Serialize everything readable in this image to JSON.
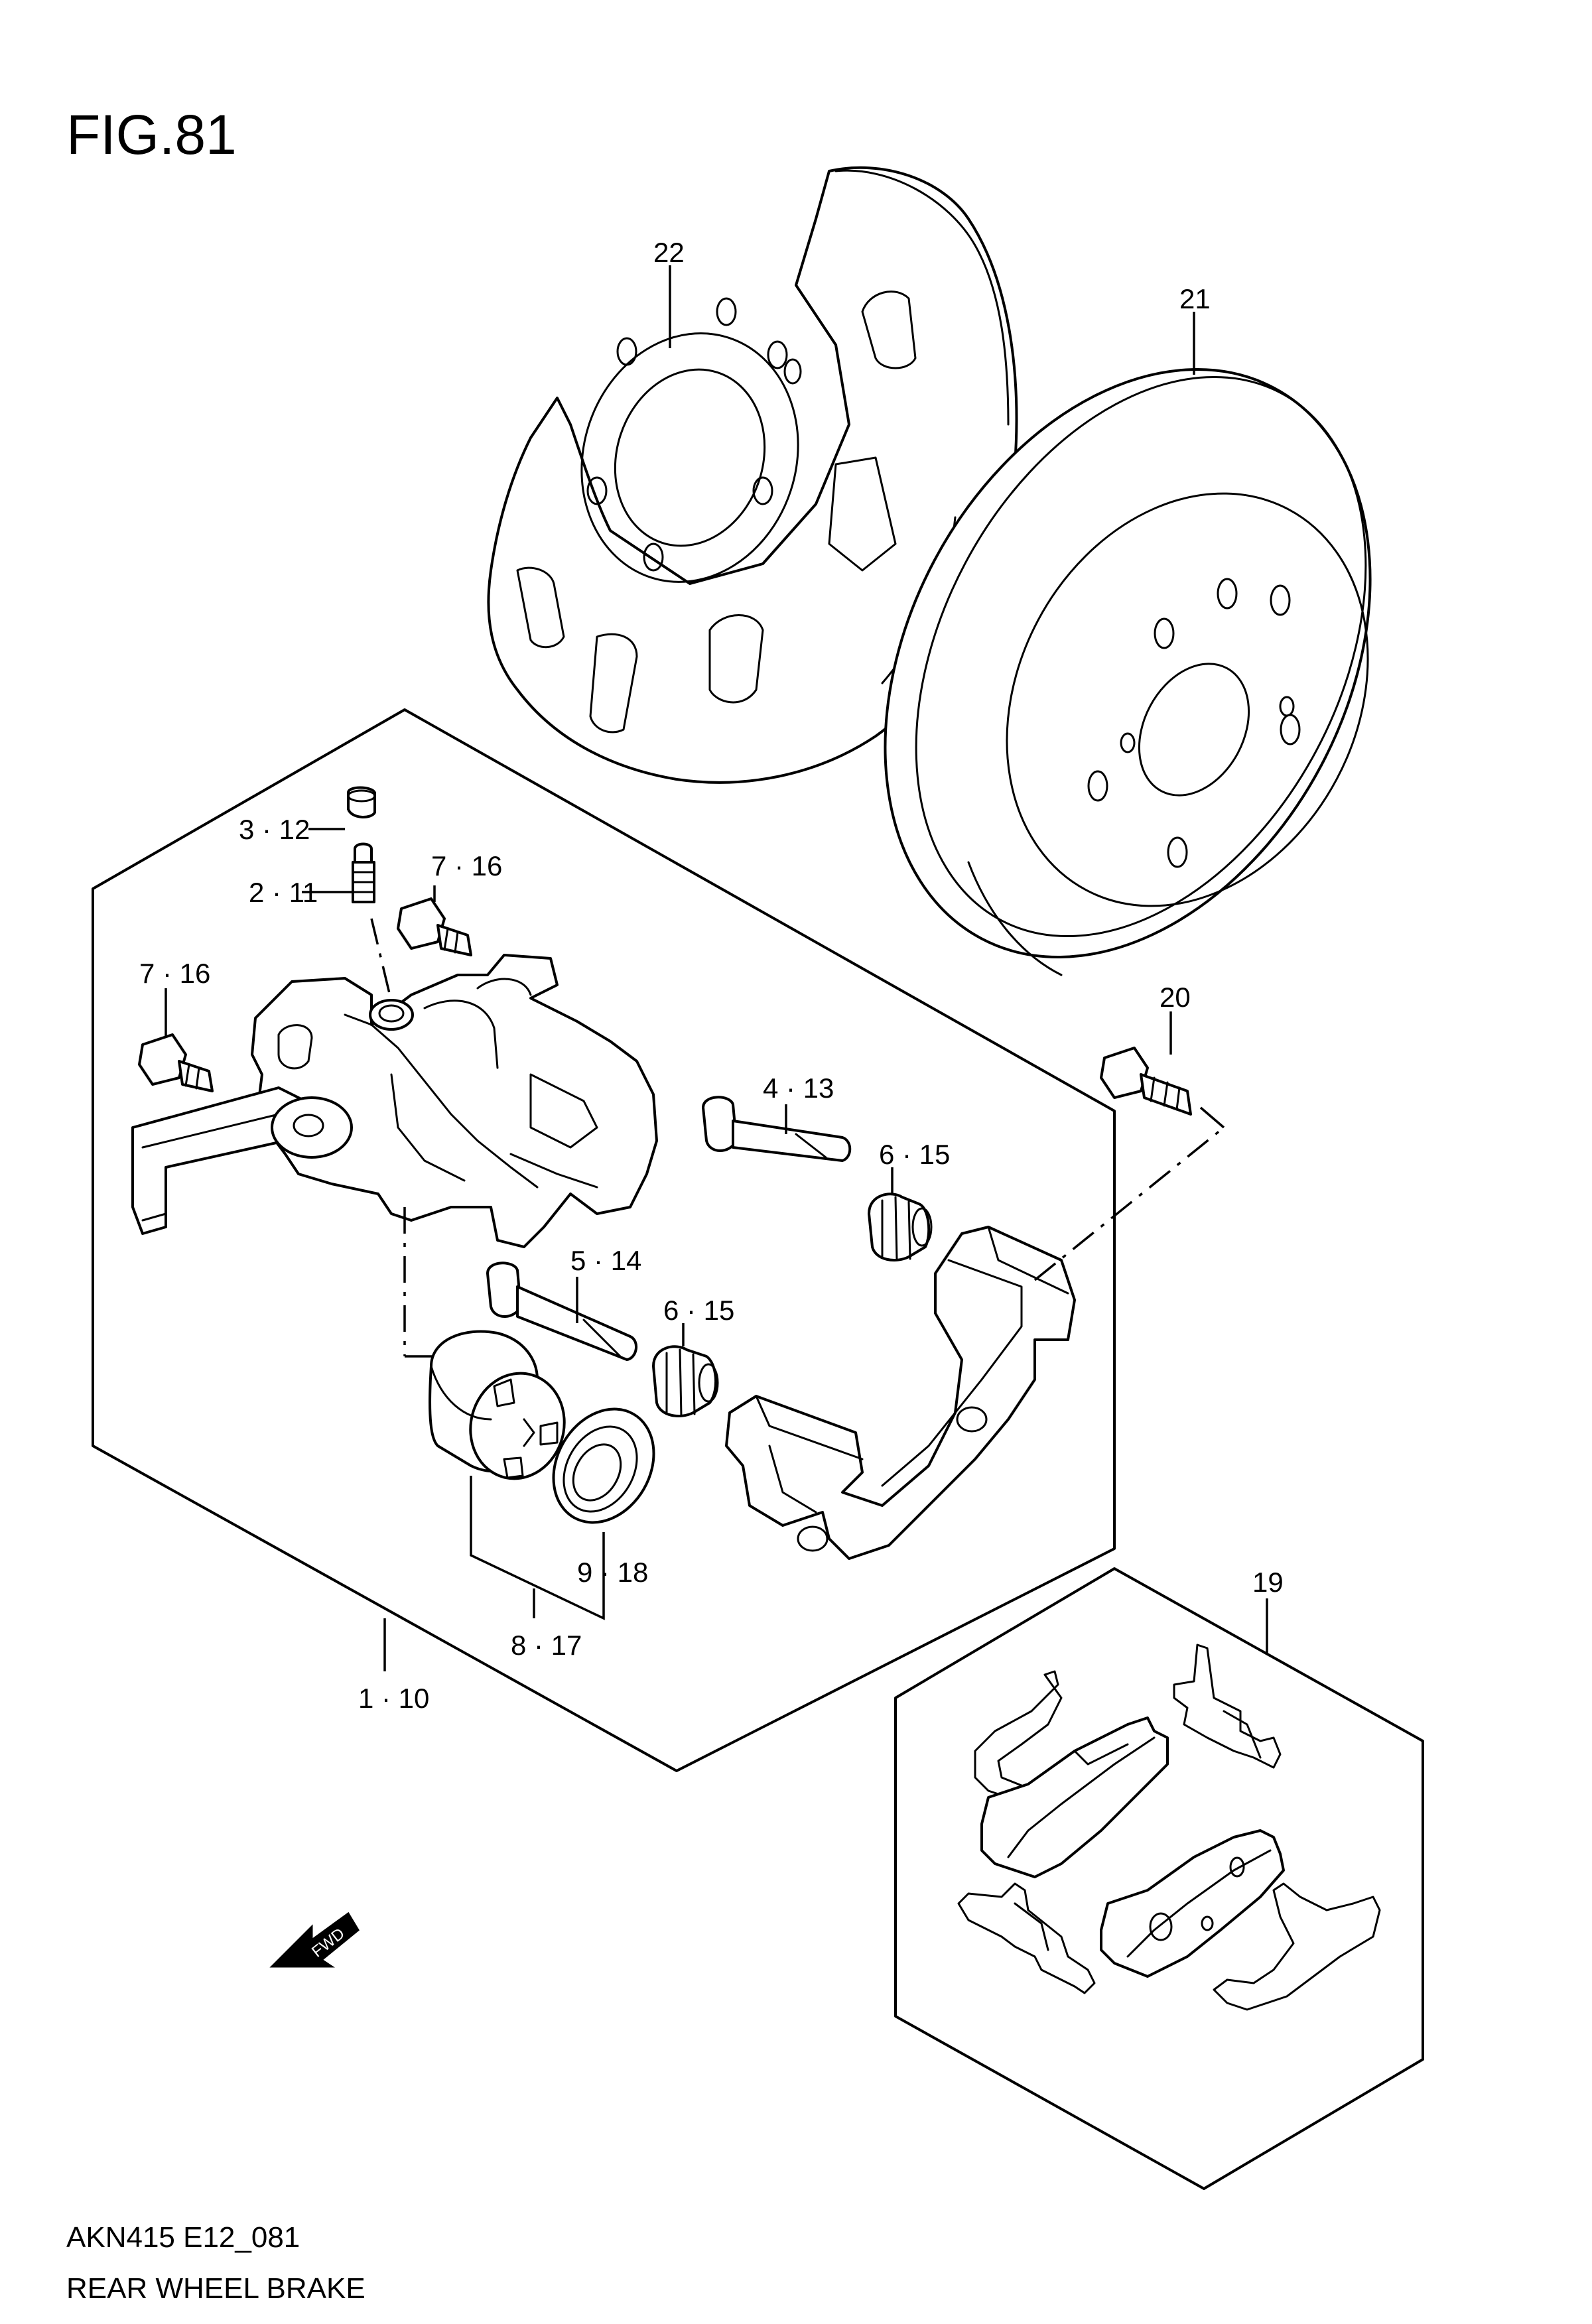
{
  "figure": {
    "title": "FIG.81",
    "code": "AKN415 E12_081",
    "name": "REAR WHEEL BRAKE",
    "fwd_label": "FWD"
  },
  "labels": {
    "l22": "22",
    "l21": "21",
    "l20": "20",
    "l19": "19",
    "l3_12": "3 · 12",
    "l2_11": "2 · 11",
    "l7_16a": "7 · 16",
    "l7_16b": "7 · 16",
    "l4_13": "4 · 13",
    "l6_15a": "6 · 15",
    "l5_14": "5 · 14",
    "l6_15b": "6 · 15",
    "l9_18": "9 · 18",
    "l8_17": "8 · 17",
    "l1_10": "1 · 10"
  }
}
